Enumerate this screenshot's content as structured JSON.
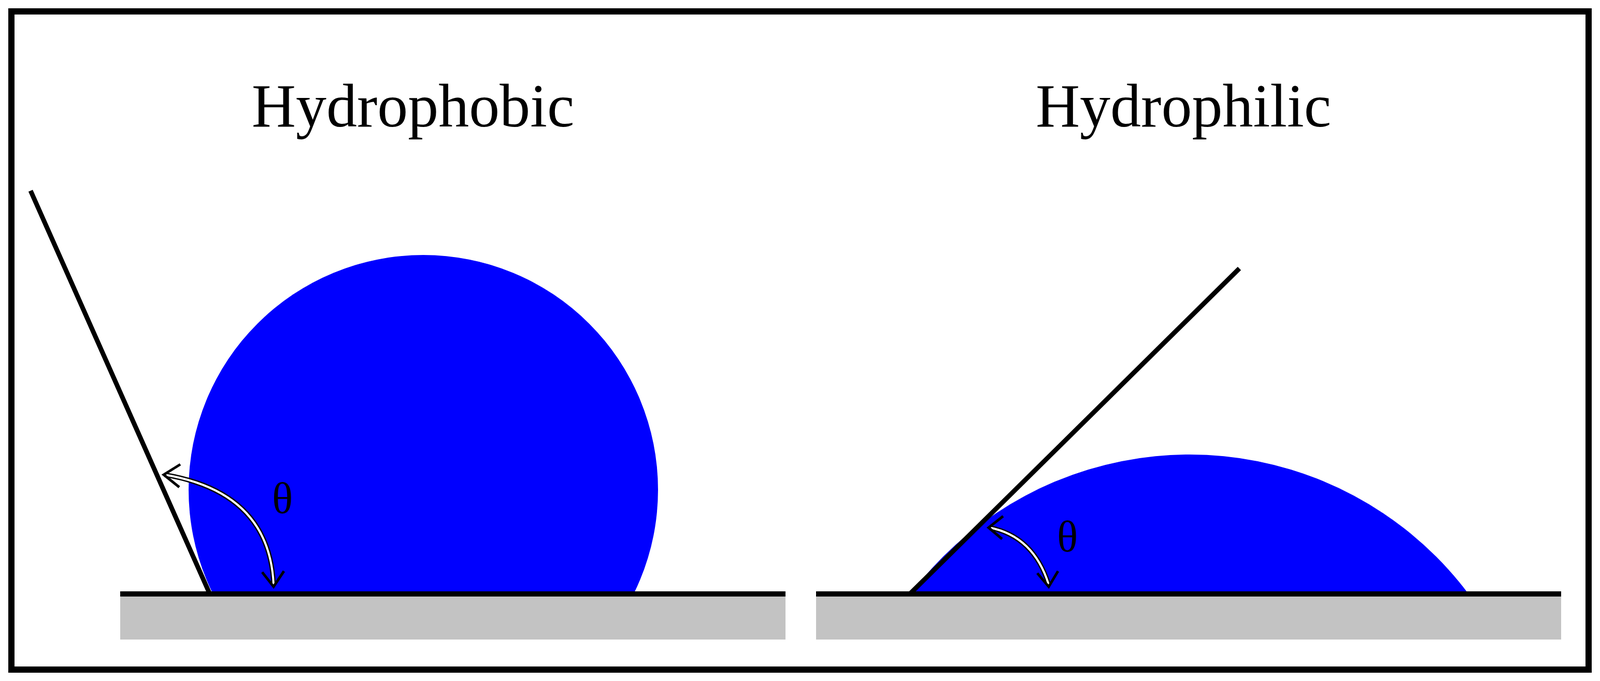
{
  "diagram": {
    "labels": [
      "Hydrophobic",
      "θ",
      "Hydrophilic",
      "θ"
    ]
  }
}
